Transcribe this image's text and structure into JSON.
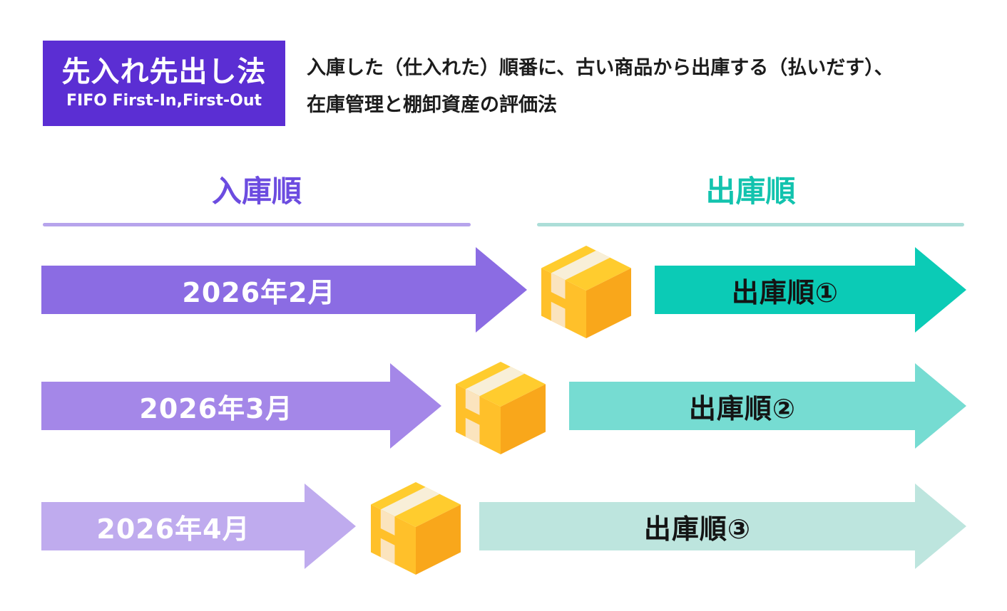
{
  "title_card": {
    "title": "先入れ先出し法",
    "subtitle": "FIFO First-In,First-Out",
    "bg_color": "#5B2ED3",
    "text_color": "#FFFFFF"
  },
  "description": {
    "line1": "入庫した（仕入れた）順番に、古い商品から出庫する（払いだす）、",
    "line2": "在庫管理と棚卸資産の評価法"
  },
  "columns": {
    "inbound": {
      "label": "入庫順",
      "text_color": "#6C4CE0",
      "underline_color": "#B7A4EC"
    },
    "outbound": {
      "label": "出庫順",
      "text_color": "#12C3AE",
      "underline_color": "#ACDED8"
    }
  },
  "rows": [
    {
      "inbound_label": "2026年2月",
      "outbound_label": "出庫順①",
      "inbound_color": "#8B6CE3",
      "outbound_color": "#0BCBB6"
    },
    {
      "inbound_label": "2026年3月",
      "outbound_label": "出庫順②",
      "inbound_color": "#A487E8",
      "outbound_color": "#76DCD2"
    },
    {
      "inbound_label": "2026年4月",
      "outbound_label": "出庫順③",
      "inbound_color": "#BFABEE",
      "outbound_color": "#BDE5DE"
    }
  ],
  "icons": {
    "package": "package-box-icon",
    "package_colors": {
      "top": "#FFCC2E",
      "left": "#FFC02A",
      "right": "#F9A71B",
      "tape_top": "#F8EFD8",
      "tape_side": "#FBE4BE"
    }
  }
}
